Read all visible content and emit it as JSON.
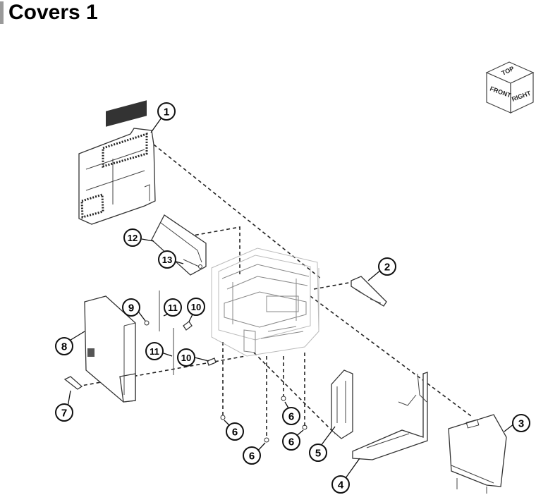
{
  "page": {
    "title": "Covers 1"
  },
  "orientation_cube": {
    "top": "TOP",
    "front": "FRONT",
    "right": "RIGHT"
  },
  "callouts": [
    {
      "id": "c1",
      "label": "1"
    },
    {
      "id": "c2",
      "label": "2"
    },
    {
      "id": "c3",
      "label": "3"
    },
    {
      "id": "c4",
      "label": "4"
    },
    {
      "id": "c5",
      "label": "5"
    },
    {
      "id": "c6a",
      "label": "6"
    },
    {
      "id": "c6b",
      "label": "6"
    },
    {
      "id": "c6c",
      "label": "6"
    },
    {
      "id": "c6d",
      "label": "6"
    },
    {
      "id": "c7",
      "label": "7"
    },
    {
      "id": "c8",
      "label": "8"
    },
    {
      "id": "c9",
      "label": "9"
    },
    {
      "id": "c10a",
      "label": "10"
    },
    {
      "id": "c10b",
      "label": "10"
    },
    {
      "id": "c11a",
      "label": "11"
    },
    {
      "id": "c11b",
      "label": "11"
    },
    {
      "id": "c12",
      "label": "12"
    },
    {
      "id": "c13",
      "label": "13"
    }
  ]
}
